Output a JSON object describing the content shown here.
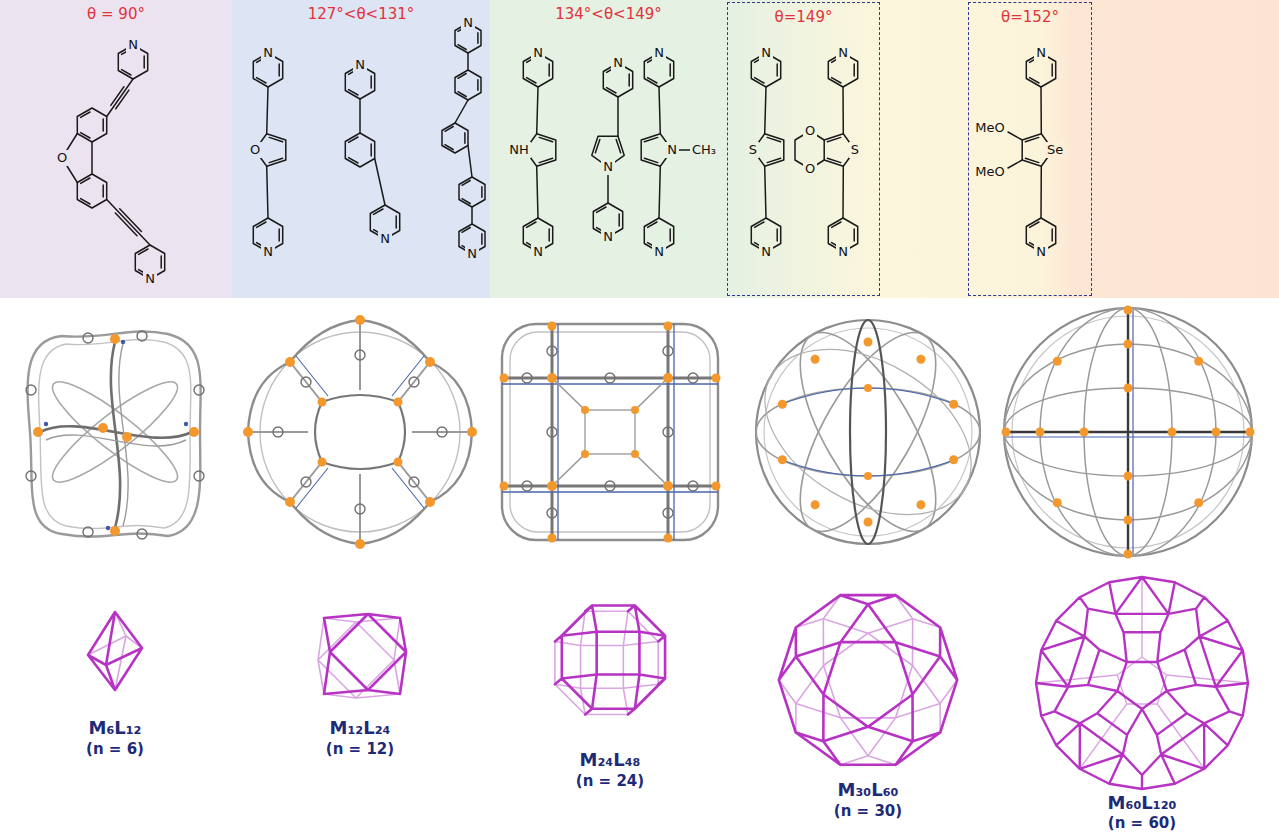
{
  "diagram": {
    "nodes": [
      {
        "text": [
          "θ = 90°"
        ]
      },
      {
        "text": [
          "127°<θ<131°"
        ]
      },
      {
        "text": [
          "134°<θ<149°"
        ]
      },
      {
        "text": [
          "θ=149°"
        ]
      },
      {
        "text": [
          "θ=152°"
        ]
      }
    ],
    "labels": [
      "N",
      "O",
      "N",
      "N",
      "O",
      "N",
      "N",
      "N",
      "N",
      "N",
      "N",
      "NH",
      "N",
      "N",
      "N",
      "N",
      "N",
      "N",
      "CH₃",
      "N",
      "N",
      "S",
      "N",
      "N",
      "O",
      "O",
      "S",
      "N",
      "N",
      "MeO",
      "MeO",
      "Se",
      "N",
      "M₆L₁₂",
      "(n = 6)",
      "M₁₂L₂₄",
      "(n = 12)",
      "M₂₄L₄₈",
      "(n = 24)",
      "M₃₀L₆₀",
      "(n = 30)",
      "M₆₀L₁₂₀",
      "(n = 60)"
    ]
  }
}
